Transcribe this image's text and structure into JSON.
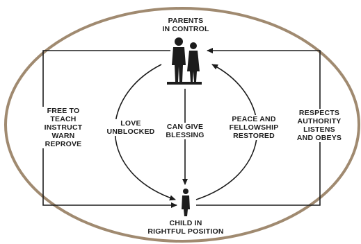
{
  "diagram": {
    "parents_label": "PARENTS\nIN CONTROL",
    "child_label": "CHILD IN\nRIGHTFUL POSITION",
    "left_outer_label": "FREE TO\nTEACH\nINSTRUCT\nWARN\nREPROVE",
    "left_inner_label": "LOVE\nUNBLOCKED",
    "center_label": "CAN GIVE\nBLESSING",
    "right_inner_label": "PEACE AND\nFELLOWSHIP\nRESTORED",
    "right_outer_label": "RESPECTS\nAUTHORITY\nLISTENS\nAND OBEYS",
    "colors": {
      "frame": "#a08a70",
      "ink": "#1c1c1c",
      "background": "#ffffff"
    }
  }
}
